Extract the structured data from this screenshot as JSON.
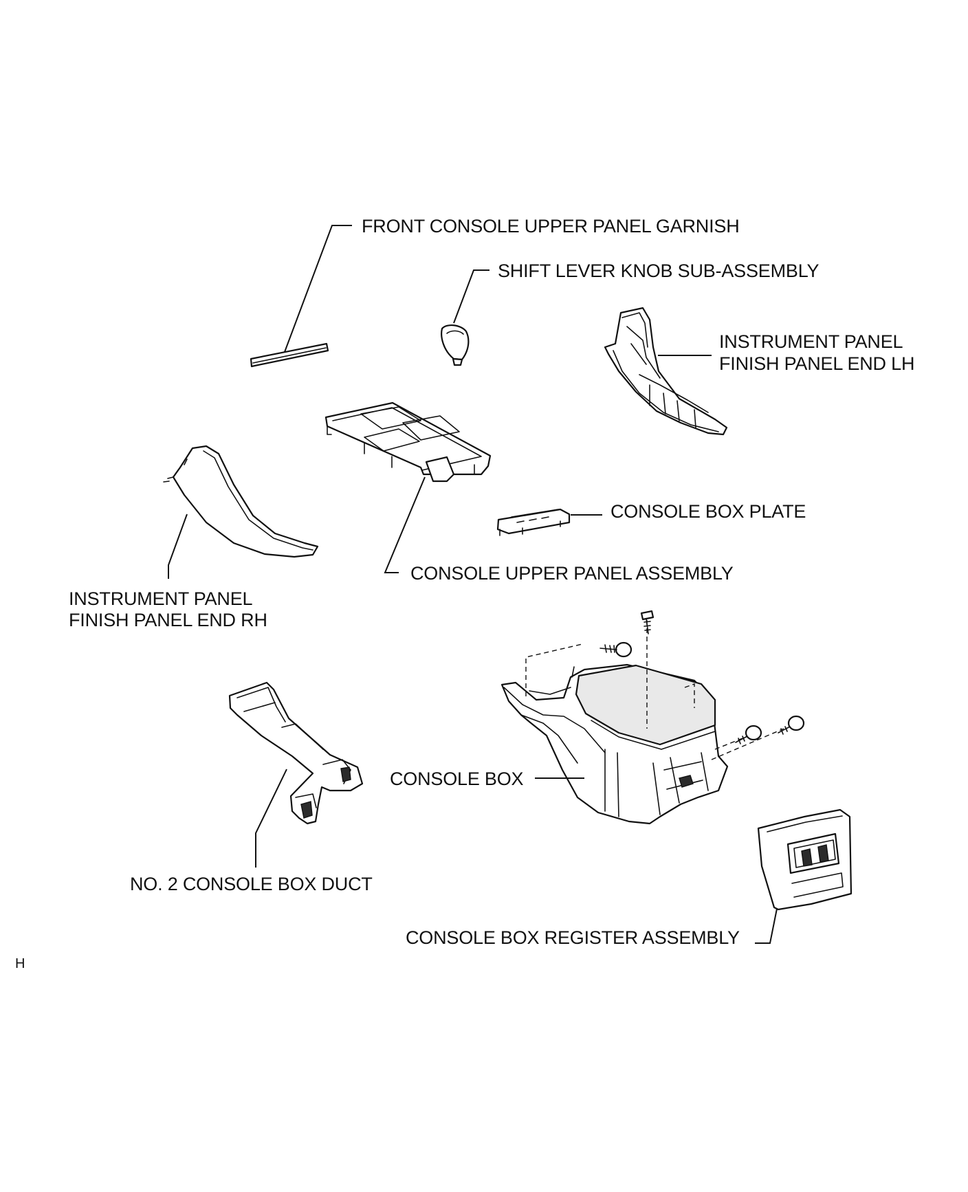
{
  "diagram": {
    "labels": {
      "front_console_upper_panel_garnish": "FRONT CONSOLE UPPER PANEL GARNISH",
      "shift_lever_knob_sub_assembly": "SHIFT LEVER KNOB SUB-ASSEMBLY",
      "instrument_panel_finish_panel_end_lh": [
        "INSTRUMENT PANEL",
        "FINISH PANEL END LH"
      ],
      "console_box_plate": "CONSOLE BOX PLATE",
      "console_upper_panel_assembly": "CONSOLE UPPER PANEL ASSEMBLY",
      "instrument_panel_finish_panel_end_rh": [
        "INSTRUMENT PANEL",
        "FINISH PANEL END RH"
      ],
      "console_box": "CONSOLE BOX",
      "no2_console_box_duct": "NO. 2 CONSOLE BOX DUCT",
      "console_box_register_assembly": "CONSOLE BOX REGISTER ASSEMBLY"
    },
    "corner_mark": "H"
  }
}
